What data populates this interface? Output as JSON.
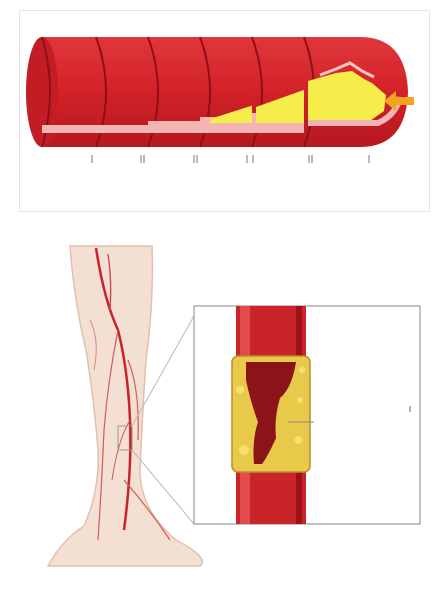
{
  "figure_top": {
    "colors": {
      "artery_wall": "#d9252b",
      "artery_dark": "#b1141c",
      "lumen": "#f2b8b8",
      "plaque": "#f5ee4a",
      "arrow": "#f2a41e"
    },
    "segment_count": 6,
    "plaque_stage_levels": [
      0,
      0,
      0,
      0.35,
      0.65,
      1.0
    ]
  },
  "figure_bottom": {
    "colors": {
      "skin": "#f4e0d2",
      "artery": "#c9242a",
      "vessel_cross_section": "#d9232a",
      "plaque_fat": "#efd33a",
      "clot": "#8a1417"
    },
    "zoom_icon": "magnifier-inset"
  }
}
